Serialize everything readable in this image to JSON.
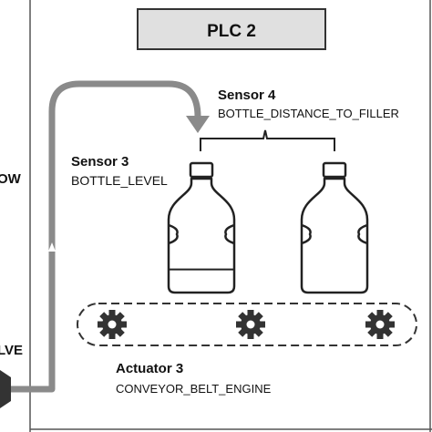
{
  "plc": {
    "label": "PLC 2"
  },
  "sensor4": {
    "title": "Sensor 4",
    "variable": "BOTTLE_DISTANCE_TO_FILLER"
  },
  "sensor3": {
    "title": "Sensor 3",
    "variable": "BOTTLE_LEVEL"
  },
  "actuator3": {
    "title": "Actuator 3",
    "variable": "CONVEYOR_BELT_ENGINE"
  },
  "left_edge": {
    "upper_fragment": "OW",
    "lower_fragment": "LVE"
  },
  "bottle_left": {
    "fill_level": 0.3
  },
  "colors": {
    "plc_box_fill": "#e0e0e0",
    "flow_pipe": "#8a8a8a",
    "bottle_fill": "#7a7a7a",
    "outline": "#222222"
  },
  "icons": [
    "flow-arrow",
    "bottle",
    "gear",
    "conveyor-belt",
    "valve"
  ]
}
